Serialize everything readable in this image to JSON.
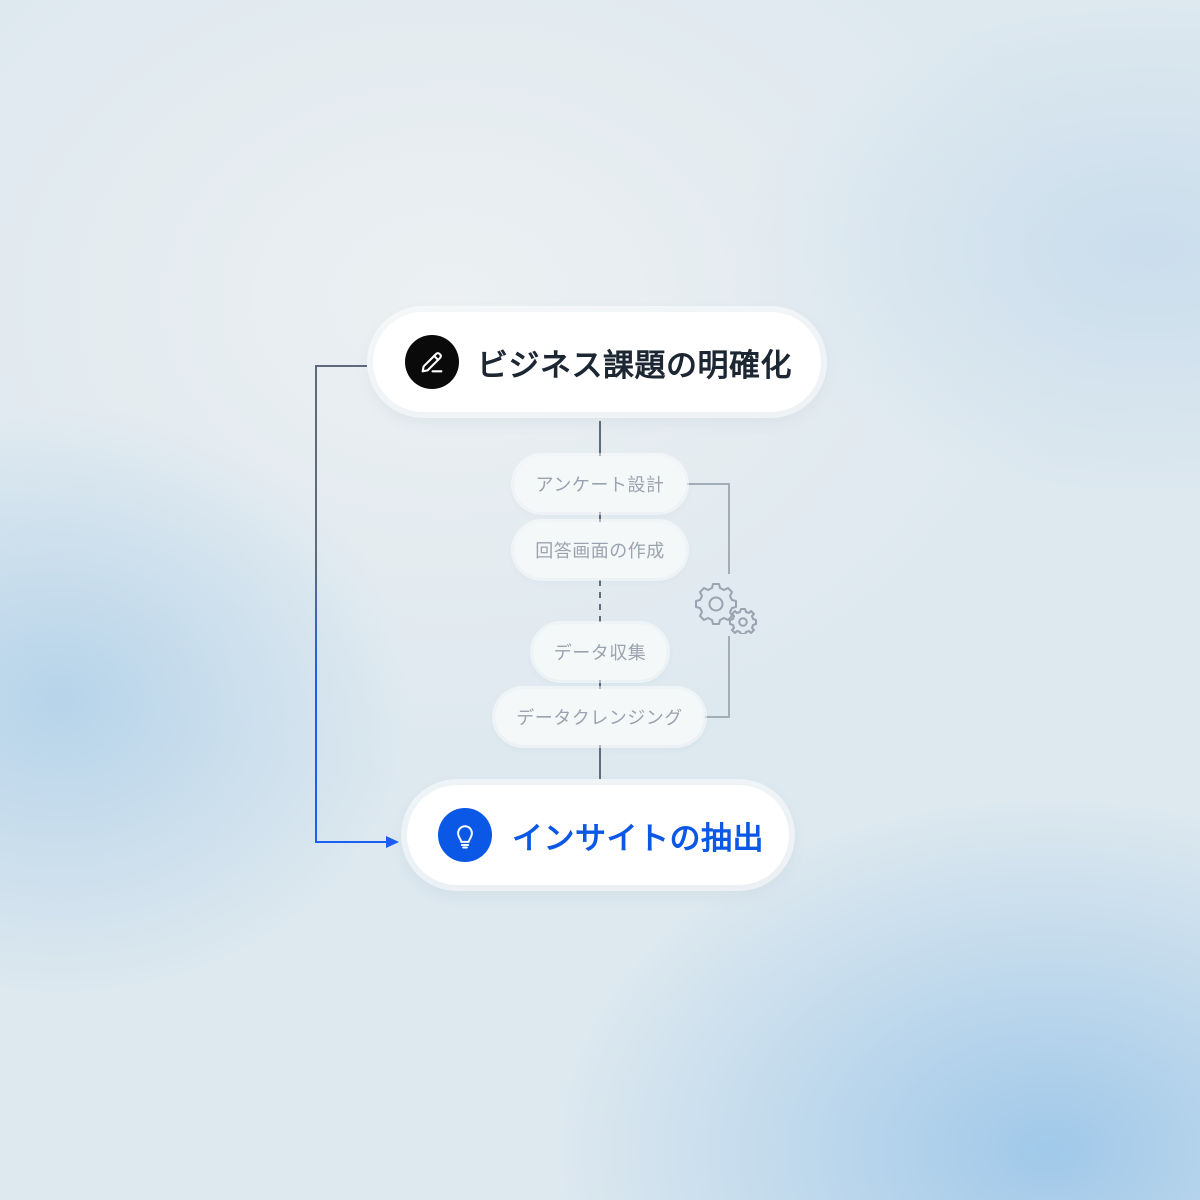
{
  "start": {
    "label": "ビジネス課題の明確化",
    "icon": "pencil-icon",
    "badge_color": "#0a0a0a"
  },
  "steps": [
    {
      "label": "アンケート設計"
    },
    {
      "label": "回答画面の作成"
    },
    {
      "label": "データ収集"
    },
    {
      "label": "データクレンジング"
    }
  ],
  "end": {
    "label": "インサイトの抽出",
    "icon": "lightbulb-icon",
    "badge_color": "#0b57e6",
    "text_color": "#0b57e6"
  },
  "side_icon": "gears-icon",
  "colors": {
    "connector_dark": "#5f6b7a",
    "connector_blue": "#1a5ff0",
    "connector_light": "#a3adb8"
  }
}
